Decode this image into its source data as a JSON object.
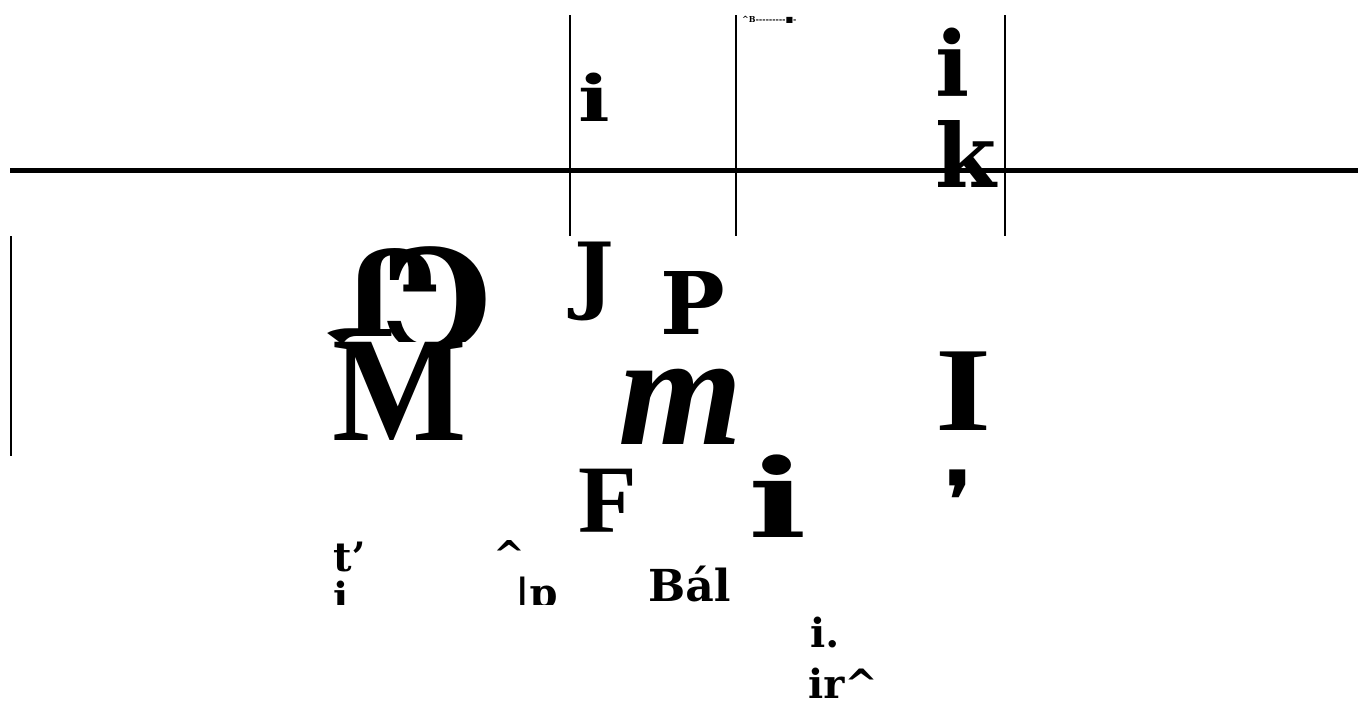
{
  "colors": {
    "background": "#ffffff",
    "ink": "#000000"
  },
  "top_region": {
    "glyph_1": "i",
    "tiny_text": "^B---------■-",
    "glyph_2": "i",
    "glyph_3": "k"
  },
  "middle_region": {
    "glyph_1": "Ղ",
    "glyph_2": "C",
    "glyph_3": "M",
    "glyph_4": "J",
    "glyph_5": "P",
    "glyph_6": "m",
    "glyph_7": "I",
    "glyph_8": "F",
    "glyph_9": "i",
    "glyph_10": "❜"
  },
  "bottom_region": {
    "fragment_1": "t’",
    "fragment_2": "i",
    "fragment_3": "^",
    "fragment_4": "|p",
    "fragment_5": "Bál",
    "fragment_6": "i.",
    "fragment_7": "ir^"
  }
}
